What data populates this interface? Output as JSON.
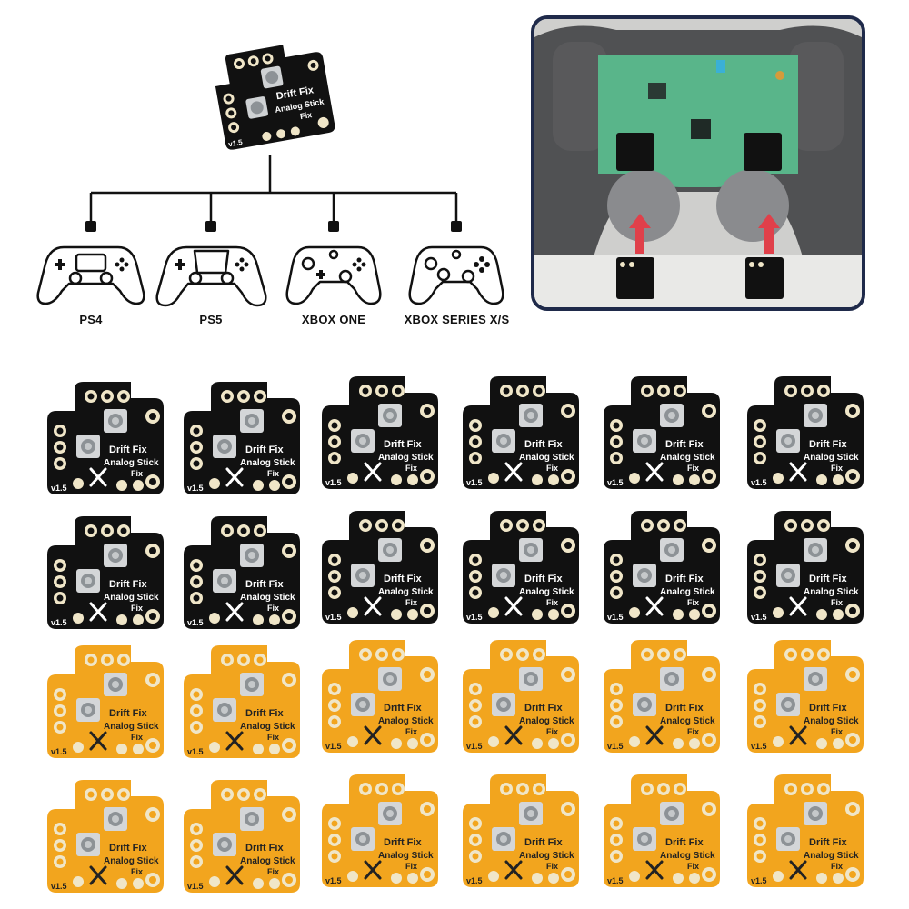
{
  "product": {
    "board_text_line1": "Drift Fix",
    "board_text_line2": "Analog Stick",
    "board_text_line3": "Fix",
    "version": "v1.5"
  },
  "compatibility": {
    "consoles": [
      {
        "label": "PS4",
        "icon": "ps4-controller-icon"
      },
      {
        "label": "PS5",
        "icon": "ps5-controller-icon"
      },
      {
        "label": "XBOX ONE",
        "icon": "xbox-one-controller-icon"
      },
      {
        "label": "XBOX SERIES X/S",
        "icon": "xbox-series-controller-icon"
      }
    ]
  },
  "colors": {
    "black_board": "#111111",
    "yellow_board": "#f2a51e",
    "pad_gold": "#f0e6c8",
    "frame_navy": "#1f2a4a",
    "arrow_red": "#e0404a"
  }
}
